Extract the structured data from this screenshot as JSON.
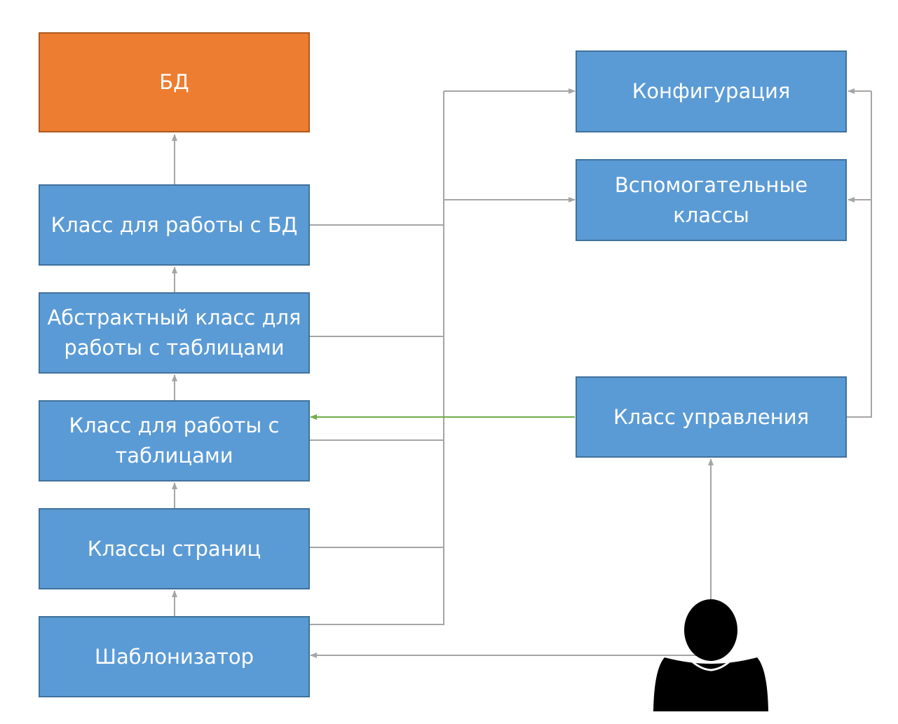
{
  "nodes": {
    "db": "БД",
    "db_class": "Класс для работы с БД",
    "abstract_table_class": "Абстрактный класс для работы с таблицами",
    "table_class": "Класс для работы с\nтаблицами",
    "page_classes": "Классы страниц",
    "templater": "Шаблонизатор",
    "configuration": "Конфигурация",
    "helper_classes": "Вспомогательные\nклассы",
    "control_class": "Класс управления"
  },
  "icons": {
    "user": "person-icon"
  },
  "colors": {
    "box_fill": "#5b9bd5",
    "box_border": "#41719c",
    "db_fill": "#ed7d31",
    "connector": "#a5a5a5",
    "highlight_connector": "#70ad47",
    "user_icon": "#000000"
  }
}
